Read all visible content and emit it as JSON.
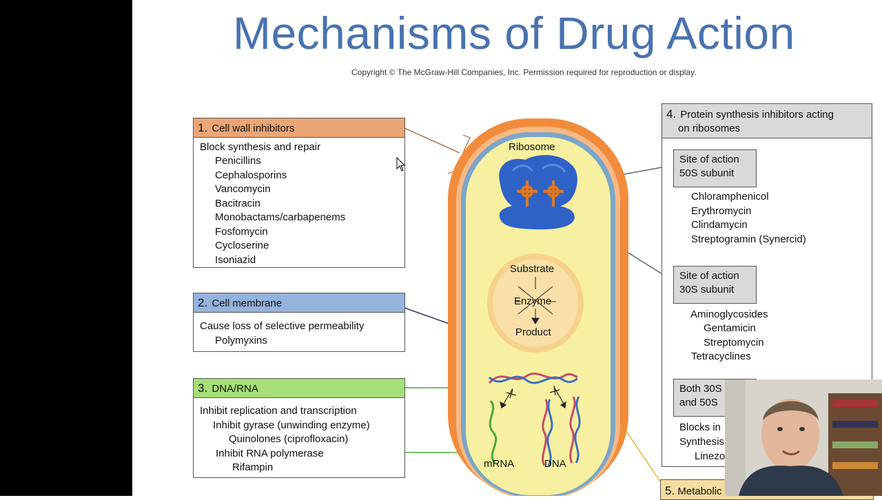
{
  "slide": {
    "title": "Mechanisms of Drug Action",
    "copyright": "Copyright © The McGraw-Hill Companies, Inc. Permission required for reproduction or display."
  },
  "box1": {
    "num": "1.",
    "head": "Cell wall inhibitors",
    "color": "#eaa676",
    "lines": [
      "Block synthesis and repair",
      "Penicillins",
      "Cephalosporins",
      "Vancomycin",
      "Bacitracin",
      "Monobactams/carbapenems",
      "Fosfomycin",
      "Cycloserine",
      "Isoniazid"
    ]
  },
  "box2": {
    "num": "2.",
    "head": "Cell membrane",
    "color": "#95b3dc",
    "lines": [
      "Cause loss of selective permeability",
      "Polymyxins"
    ]
  },
  "box3": {
    "num": "3.",
    "head": "DNA/RNA",
    "color": "#a6df77",
    "lines": [
      "Inhibit replication and transcription",
      "Inhibit gyrase (unwinding enzyme)",
      "Quinolones (ciprofloxacin)",
      "Inhibit RNA polymerase",
      "Rifampin"
    ]
  },
  "box4": {
    "num": "4.",
    "head_line1": "Protein synthesis inhibitors acting",
    "head_line2": "on ribosomes",
    "color": "#d9d9d9",
    "site50_line1": "Site of action",
    "site50_line2": "50S subunit",
    "drugs50": [
      "Chloramphenicol",
      "Erythromycin",
      "Clindamycin",
      "Streptogramin (Synercid)"
    ],
    "site30_line1": "Site of action",
    "site30_line2": "30S subunit",
    "drugs30": [
      "Aminoglycosides",
      "Gentamicin",
      "Streptomycin",
      "Tetracyclines"
    ],
    "both_line1": "Both 30S",
    "both_line2": "and 50S",
    "blocks_lines": [
      "Blocks in",
      "Synthesis",
      "Linezo"
    ]
  },
  "box5": {
    "num": "5.",
    "head": "Metabolic"
  },
  "cell": {
    "ribosome_label": "Ribosome",
    "substrate_label": "Substrate",
    "enzyme_label": "Enzyme",
    "product_label": "Product",
    "mrna_label": "mRNA",
    "dna_label": "DNA"
  }
}
